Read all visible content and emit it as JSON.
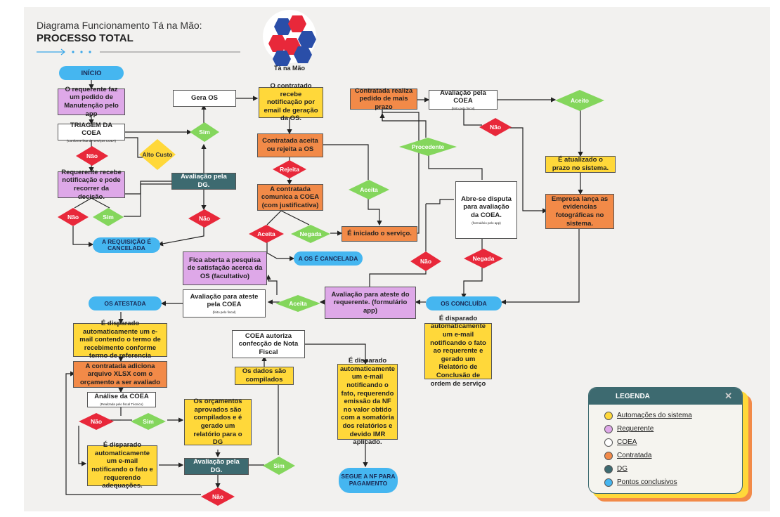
{
  "header": {
    "title": "Diagrama Funcionamento Tá na Mão:",
    "subtitle": "PROCESSO TOTAL"
  },
  "logo": {
    "text": "Tá na Mão",
    "colors": [
      "#e8283a",
      "#2a4ea8"
    ]
  },
  "colors": {
    "automacoes": "#ffd83a",
    "requerente": "#dea8e8",
    "coea": "#ffffff",
    "contratada": "#f28a48",
    "dg": "#3d6a70",
    "conclusivos": "#45b6f0",
    "decision_no": "#e8283a",
    "decision_yes": "#84d65c"
  },
  "nodes": {
    "inicio": "INÍCIO",
    "pedido": "O requerente faz um pedido de Manutenção pelo app",
    "triagem": "TRIAGEM DA COEA",
    "triagem_sub": "(Conforme lista de serviços COEA)",
    "nao1": "Não",
    "alto_custo": "Alto Custo",
    "sim1": "Sim",
    "gera_os": "Gera OS",
    "requerente_notif": "Requerente recebe notificação e pode recorrer da decisão.",
    "avaliacao_dg1": "Avaliação pela DG.",
    "nao2": "Não",
    "sim2": "Sim",
    "nao3": "Não",
    "req_cancelada": "A REQUISIÇÃO É CANCELADA",
    "contratado_notif": "O contratado recebe notificação por email de geração da OS.",
    "aceita_rejeita": "Contratada aceita ou rejeita a OS",
    "rejeita": "Rejeita",
    "comunica": "A contratada comunica a COEA (com justificativa)",
    "aceita1": "Aceita",
    "aceita_r": "Aceita",
    "negada1": "Negada",
    "iniciado": "É iniciado o serviço.",
    "os_cancelada": "A OS É CANCELADA",
    "mais_prazo": "Contratada realiza pedido de mais prazo",
    "avaliacao_coea1": "Avaliação pela COEA",
    "avaliacao_coea1_sub": "(feito pelo fiscal)",
    "aceito": "Aceito",
    "nao4": "Não",
    "procedente": "Procedente",
    "atualizado": "É atualizado o prazo no sistema.",
    "disputa": "Abre-se disputa para avaliação da COEA.",
    "disputa_sub": "(formulário pelo app)",
    "empresa_lanca": "Empresa lança as evidencias fotográficas no sistema.",
    "nao5": "Não",
    "negada2": "Negada",
    "pesquisa": "Fica aberta a pesquisa de satisfação acerca da OS (facultativo)",
    "avaliacao_ateste": "Avaliação para ateste pela COEA",
    "avaliacao_ateste_sub": "(feito pelo fiscal)",
    "aceita2": "Aceita",
    "avaliacao_req": "Avaliação para ateste do requerente. (formulário app)",
    "os_concluida": "OS CONCLUÍDA",
    "os_atestada": "OS ATESTADA",
    "email_concluida": "É disparado automaticamente um e-mail notificando o fato ao requerente e gerado um Relatório de Conclusão de ordem de serviço",
    "email_termo": "É disparado automaticamente um e-mail contendo o termo de recebimento conforme termo de referencia",
    "xlsx": "A contratada adiciona arquivo XLSX com o orçamento a ser avaliado",
    "analise_coea": "Análise da COEA",
    "analise_coea_sub": "(Realizada pelo fiscal Técnico)",
    "nao6": "Não",
    "sim3": "Sim",
    "orcamentos": "Os orçamentos aprovados são compilados e é gerado um relatório para o DG",
    "email_adequacoes": "É disparado automaticamente um e-mail notificando o fato e requerendo adequações.",
    "avaliacao_dg2": "Avaliação pela DG.",
    "sim4": "Sim",
    "nao7": "Não",
    "dados_compilados": "Os dados são compilados",
    "coea_autoriza": "COEA autoriza confecção de Nota Fiscal",
    "email_nf": "É disparado automaticamente um e-mail notificando o fato, requerendo emissão da NF no valor obtido com a somatória dos relatórios e devido IMR aplicado.",
    "segue_nf": "SEGUE A NF PARA PAGAMENTO"
  },
  "legend": {
    "title": "LEGENDA",
    "items": [
      {
        "label": "Automações do sistema",
        "color": "#ffd83a"
      },
      {
        "label": "Requerente",
        "color": "#dea8e8"
      },
      {
        "label": "COEA",
        "color": "#ffffff"
      },
      {
        "label": "Contratada",
        "color": "#f28a48"
      },
      {
        "label": "DG",
        "color": "#3d6a70"
      },
      {
        "label": "Pontos conclusivos",
        "color": "#45b6f0"
      }
    ]
  }
}
